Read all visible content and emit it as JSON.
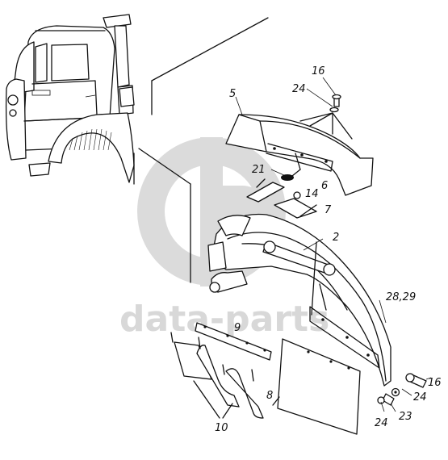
{
  "diagram": {
    "callouts": [
      {
        "id": "c16a",
        "text": "16"
      },
      {
        "id": "c24a",
        "text": "24"
      },
      {
        "id": "c5",
        "text": "5"
      },
      {
        "id": "c21",
        "text": "21"
      },
      {
        "id": "c14",
        "text": "14"
      },
      {
        "id": "c6",
        "text": "6"
      },
      {
        "id": "c7",
        "text": "7"
      },
      {
        "id": "c2",
        "text": "2"
      },
      {
        "id": "c2829",
        "text": "28,29"
      },
      {
        "id": "c9",
        "text": "9"
      },
      {
        "id": "c10",
        "text": "10"
      },
      {
        "id": "c8",
        "text": "8"
      },
      {
        "id": "c16b",
        "text": "16"
      },
      {
        "id": "c24b",
        "text": "24"
      },
      {
        "id": "c23",
        "text": "23"
      },
      {
        "id": "c24c",
        "text": "24"
      }
    ]
  },
  "watermark": {
    "text": "data-parts",
    "logo_letters": "GB"
  },
  "colors": {
    "ink": "#111111",
    "watermark": "#b9b9b9",
    "background": "#ffffff"
  }
}
